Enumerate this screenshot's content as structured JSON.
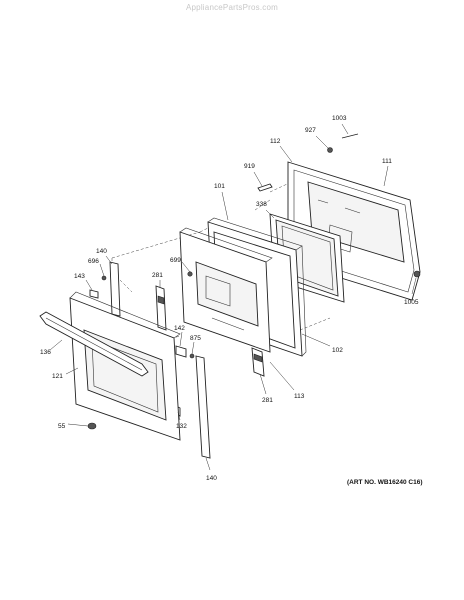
{
  "header": {
    "watermark": "AppliancePartsPros.com"
  },
  "diagram": {
    "art_number": "(ART NO. WB16240 C16)",
    "callouts": [
      "1003",
      "927",
      "112",
      "111",
      "919",
      "101",
      "338",
      "140",
      "696",
      "143",
      "281",
      "699",
      "142",
      "875",
      "136",
      "121",
      "55",
      "132",
      "140",
      "281",
      "113",
      "102",
      "1005"
    ]
  },
  "colors": {
    "line": "#222222",
    "background": "#ffffff"
  }
}
